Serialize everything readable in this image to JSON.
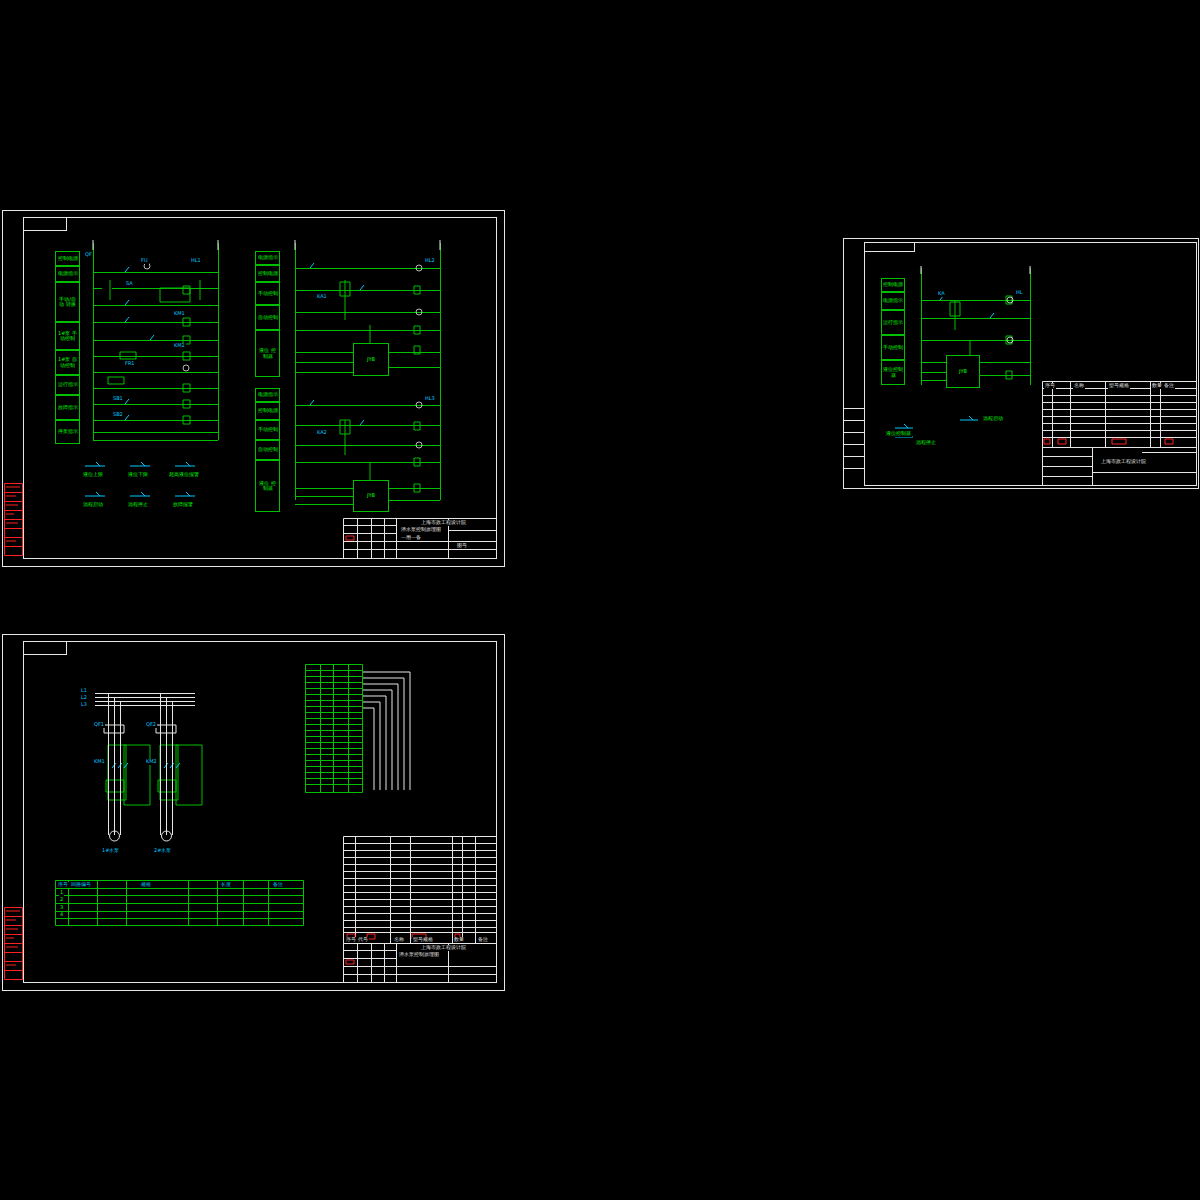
{
  "diagram": {
    "nodes": [
      {
        "text": [
          "控制电源"
        ]
      },
      {
        "text": [
          "电源指示"
        ]
      },
      {
        "text": [
          "手动/自动 转换"
        ]
      },
      {
        "text": [
          "1#泵 手动控制"
        ]
      },
      {
        "text": [
          "1#泵 自动控制"
        ]
      },
      {
        "text": [
          "运行指示"
        ]
      },
      {
        "text": [
          "故障指示"
        ]
      },
      {
        "text": [
          "停泵指示"
        ]
      },
      {
        "text": [
          "电源指示"
        ]
      },
      {
        "text": [
          "控制电源"
        ]
      },
      {
        "text": [
          "手动控制"
        ]
      },
      {
        "text": [
          "自动控制"
        ]
      },
      {
        "text": [
          "液位 控制器"
        ]
      },
      {
        "text": [
          "电源指示"
        ]
      },
      {
        "text": [
          "控制电源"
        ]
      },
      {
        "text": [
          "手动控制"
        ]
      },
      {
        "text": [
          "自动控制"
        ]
      },
      {
        "text": [
          "液位 控制器"
        ]
      },
      {
        "text": [
          "JYB"
        ]
      },
      {
        "text": [
          "JYB"
        ]
      },
      {
        "text": [
          "控制电源"
        ]
      },
      {
        "text": [
          "电源指示"
        ]
      },
      {
        "text": [
          "运行指示"
        ]
      },
      {
        "text": [
          "手动控制"
        ]
      },
      {
        "text": [
          "液位控制器"
        ]
      },
      {
        "text": [
          "JYB"
        ]
      }
    ],
    "labels": [
      "上海市政工程设计院",
      "潜水泵控制原理图",
      "一用一备",
      "图号",
      "液位上限",
      "液位下限",
      "超高液位报警",
      "远程启动",
      "远程停止",
      "故障报警",
      "QF",
      "FU",
      "SA",
      "KM1",
      "KM2",
      "FR1",
      "HL1",
      "SB1",
      "SB2",
      "KA1",
      "KA2",
      "HL2",
      "HL3",
      "上海市政工程设计院",
      "液位控制器",
      "远程启动",
      "远程停止",
      "KA",
      "HL",
      "L1",
      "L2",
      "L3",
      "1#水泵",
      "2#水泵",
      "QF1",
      "QF2",
      "KM1",
      "KM2",
      "序号",
      "回路编号",
      "规格",
      "长度",
      "备注",
      "1",
      "2",
      "3",
      "4",
      "序号",
      "代号",
      "名称",
      "型号规格",
      "数量",
      "备注",
      "上海市政工程设计院",
      "潜水泵控制原理图",
      "序号",
      "名称",
      "型号规格",
      "数量",
      "备注"
    ]
  }
}
